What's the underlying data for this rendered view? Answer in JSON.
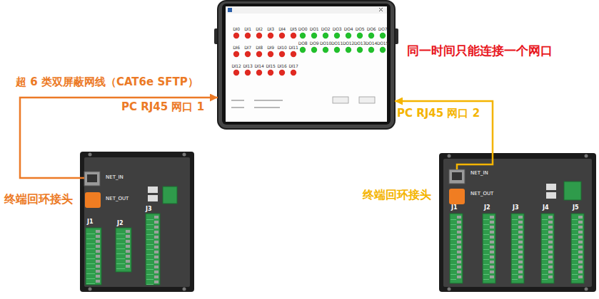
{
  "diagram": {
    "nodes": [
      {
        "text": [
          "DI0",
          "DI1",
          "DI2",
          "DI3",
          "DI4",
          "DI5",
          "DI6",
          "DI7",
          "DI8",
          "DI9",
          "DI10",
          "DI11",
          "DI12",
          "DI13",
          "DI14",
          "DI15",
          "DI16",
          "DI17",
          "DO0",
          "DO1",
          "DO2",
          "DO3",
          "DO4",
          "DO5",
          "DO6",
          "DO7",
          "DO8",
          "DO9",
          "DO10",
          "DO11",
          "DO12",
          "DO13",
          "DO14",
          "DO15"
        ]
      },
      {
        "text": [
          "NET_IN",
          "NET_OUT",
          "J1",
          "J2",
          "J3"
        ]
      },
      {
        "text": [
          "NET_IN",
          "NET_OUT",
          "J1",
          "J2",
          "J3",
          "J4",
          "J5"
        ]
      }
    ],
    "edges": [
      {
        "from": 1,
        "to": 0,
        "arrow": "to",
        "label": "超 6 类双屏蔽网线（CAT6e SFTP）"
      },
      {
        "from": 2,
        "to": 0,
        "arrow": "to"
      }
    ],
    "labels": [
      "同一时间只能连接一个网口",
      "PC RJ45 网口 1",
      "PC RJ45 网口 2",
      "终端回环接头",
      "终端回环接头"
    ]
  }
}
